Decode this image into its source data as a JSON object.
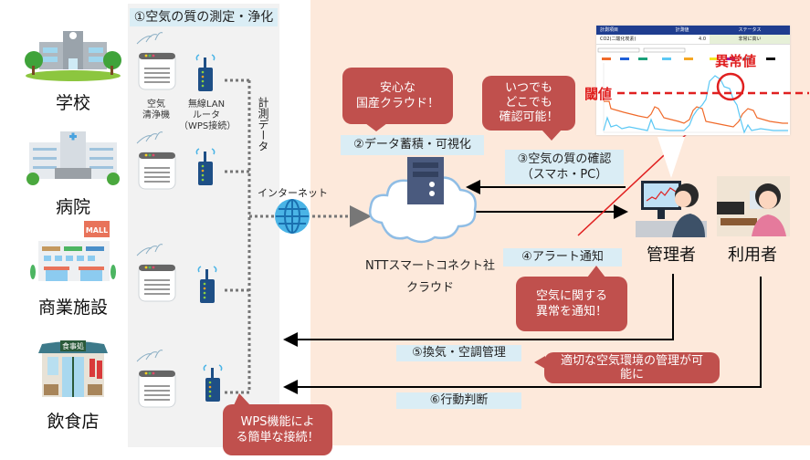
{
  "panels": {
    "measurement_title": "①空気の質の測定・浄化"
  },
  "facilities": [
    {
      "name": "学校",
      "icon": "school-icon"
    },
    {
      "name": "病院",
      "icon": "hospital-icon"
    },
    {
      "name": "商業施設",
      "icon": "mall-icon",
      "sign": "MALL"
    },
    {
      "name": "飲食店",
      "icon": "restaurant-icon",
      "sign": "食事処"
    }
  ],
  "devices": {
    "air_purifier_label": "空気\n清浄機",
    "router_label": "無線LAN\nルータ\n（WPS接続）",
    "measurement_data_label": "計測データ",
    "internet_label": "インターネット"
  },
  "cloud": {
    "name_line1": "NTTスマートコネクト社",
    "name_line2": "クラウド"
  },
  "steps": {
    "step2": "②データ蓄積・可視化",
    "step3_line1": "③空気の質の確認",
    "step3_line2": "（スマホ・PC）",
    "step4": "④アラート通知",
    "step5": "⑤換気・空調管理",
    "step6": "⑥行動判断"
  },
  "callouts": {
    "secure_cloud_line1": "安心な",
    "secure_cloud_line2": "国産クラウド！",
    "anytime_line1": "いつでも",
    "anytime_line2": "どこでも",
    "anytime_line3": "確認可能！",
    "alert_line1": "空気に関する",
    "alert_line2": "異常を通知！",
    "manage_line1": "適切な空気環境の管理が可",
    "manage_line2": "能に",
    "wps_line1": "WPS機能によ",
    "wps_line2": "る簡単な接続！"
  },
  "roles": {
    "admin": "管理者",
    "user": "利用者"
  },
  "dashboard": {
    "header_cols": [
      "計測項目",
      "計測値",
      "ステータス"
    ],
    "row": {
      "item": "CO2(二酸化炭素)",
      "value": "4.0",
      "status": "非常に高い"
    },
    "threshold_label": "閾値",
    "anomaly_label": "異常値"
  },
  "colors": {
    "accent_red": "#c0504d",
    "label_bg": "#daedf5",
    "peach_bg": "#fde9db",
    "gray_bg": "#f2f2f2",
    "dash_header": "#1f3d8f",
    "series_blue": "#5bc8f5",
    "series_orange": "#f06a2a",
    "threshold_red": "#e02020"
  }
}
